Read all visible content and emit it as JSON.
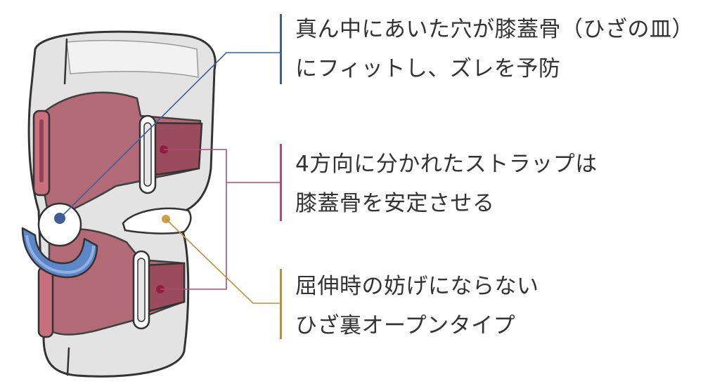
{
  "colors": {
    "blue": "#3f5e98",
    "magenta": "#b04a7a",
    "gold": "#b8923a",
    "strap": "#a85a68",
    "strap_dark": "#8e4656",
    "shell": "#d9d9d9",
    "outline": "#333333",
    "patella_ring": "#5d86c6"
  },
  "callouts": [
    {
      "lines": [
        "真ん中にあいた穴が膝蓋骨（ひざの皿）",
        "にフィットし、ズレを予防"
      ],
      "color": "blue"
    },
    {
      "lines": [
        "4方向に分かれたストラップは",
        "膝蓋骨を安定させる"
      ],
      "color": "magenta"
    },
    {
      "lines": [
        "屈伸時の妨げにならない",
        "ひざ裏オープンタイプ"
      ],
      "color": "gold"
    }
  ],
  "icons": [
    "knee-brace-illustration",
    "patella-hole-icon",
    "strap-anchor-icon",
    "open-back-icon"
  ]
}
